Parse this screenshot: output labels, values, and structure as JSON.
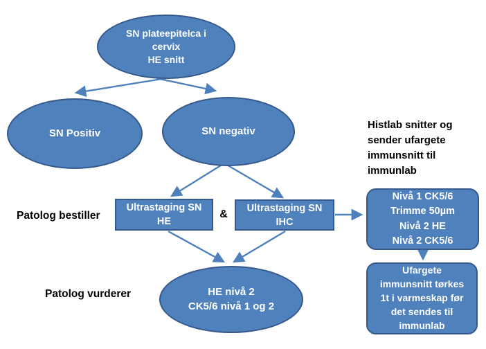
{
  "diagram": {
    "nodes": {
      "start": {
        "text": "SN plateepitelca i\ncervix\nHE snitt"
      },
      "sn_positiv": {
        "text": "SN Positiv"
      },
      "sn_negativ": {
        "text": "SN negativ"
      },
      "ultrastaging_he": {
        "text": "Ultrastaging SN\nHE"
      },
      "ultrastaging_ihc": {
        "text": "Ultrastaging SN\nIHC"
      },
      "niva_steps": {
        "text": "Nivå 1 CK5/6\nTrimme 50µm\nNivå 2 HE\nNivå 2 CK5/6"
      },
      "ufargete": {
        "text": "Ufargete\nimmunsnitt tørkes\n1t i varmeskap før\ndet sendes til\nimmunlab"
      },
      "he_niva2": {
        "text": "HE nivå 2\nCK5/6 nivå 1 og 2"
      }
    },
    "labels": {
      "patolog_bestiller": "Patolog bestiller",
      "patolog_vurderer": "Patolog vurderer",
      "ampersand": "&",
      "histlab_note": "Histlab snitter og\nsender ufargete\nimmunsnitt til\nimmunlab"
    },
    "colors": {
      "shape_fill": "#4f81bd",
      "shape_border": "#36598c",
      "shape_text": "#ffffff",
      "arrow": "#4e80bc",
      "label_text": "#000000"
    }
  }
}
